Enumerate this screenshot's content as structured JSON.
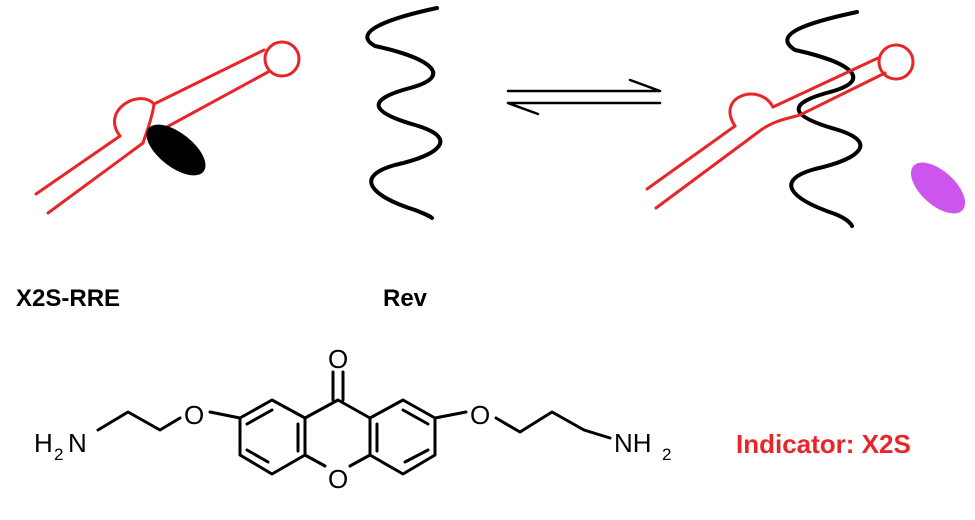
{
  "labels": {
    "rna_probe": "X2S-RRE",
    "peptide": "Rev",
    "indicator": "Indicator: X2S"
  },
  "structure_atoms": {
    "left_amine_h": "H",
    "left_amine_sub": "2",
    "left_amine_n": "N",
    "left_ether_o": "O",
    "carbonyl_o": "O",
    "ring_o": "O",
    "right_ether_o": "O",
    "right_amine_n": "NH",
    "right_amine_sub": "2"
  },
  "colors": {
    "rna": "#e8262a",
    "rev": "#000000",
    "bound_indicator": "#000000",
    "free_indicator": "#cc55ee",
    "indicator_label": "#e8262a",
    "text": "#000000"
  }
}
